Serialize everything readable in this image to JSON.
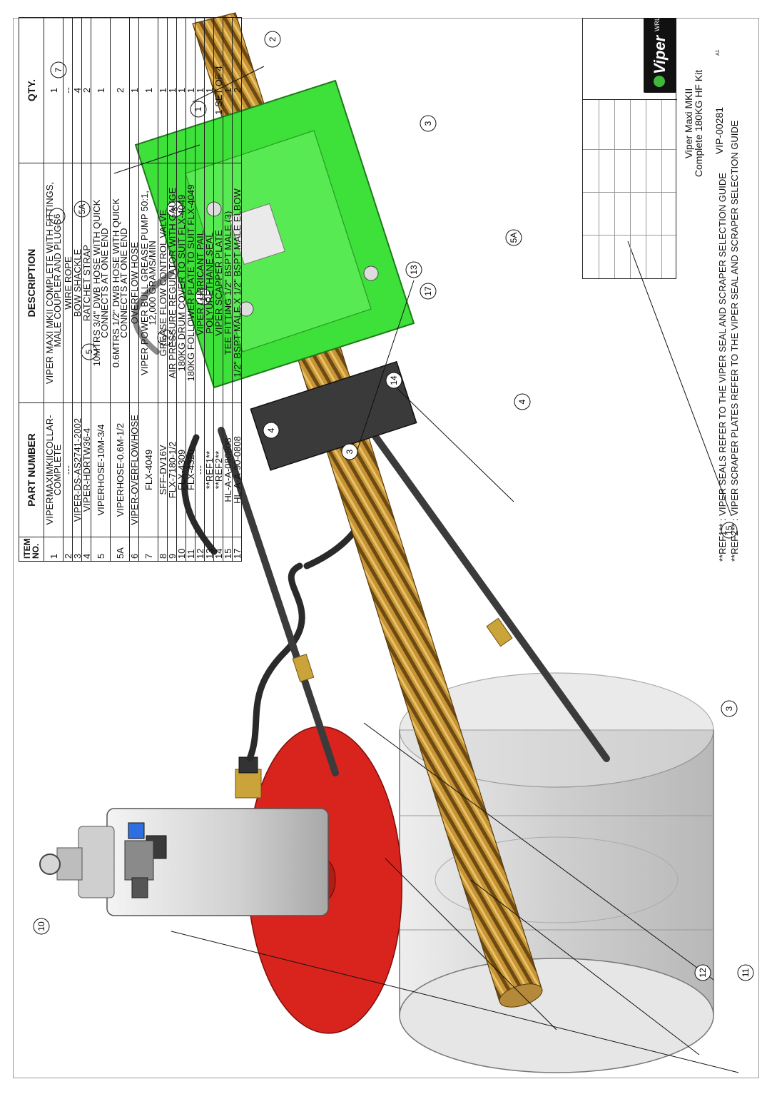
{
  "bom": {
    "headers": {
      "item": "ITEM\nNO.",
      "part": "PART NUMBER",
      "desc": "DESCRIPTION",
      "qty": "QTY."
    },
    "rows": [
      {
        "item": "1",
        "part": "VIPERMAXIMKIICOLLAR-COMPLETE",
        "desc": [
          "VIPER MAXI MKII COMPLETE WITH FITTINGS,",
          "MALE COUPLER AND PLUGS"
        ],
        "qty": "1"
      },
      {
        "item": "2",
        "part": "---",
        "desc": [
          "WIRE ROPE"
        ],
        "qty": "--"
      },
      {
        "item": "3",
        "part": "VIPER-DS-AS2741-2002",
        "desc": [
          "BOW SHACKLE"
        ],
        "qty": "4"
      },
      {
        "item": "4",
        "part": "VIPER-HDRTW36-4",
        "desc": [
          "RATCHET STRAP"
        ],
        "qty": "2"
      },
      {
        "item": "5",
        "part": "VIPERHOSE-10M-3/4",
        "desc": [
          "10MTRS 3/4\" DWB HOSE WITH QUICK",
          "CONNECTS AT ONE END"
        ],
        "qty": "1"
      },
      {
        "item": "5A",
        "part": "VIPERHOSE-0.6M-1/2",
        "desc": [
          "0.6MTRS 1/2\" DWB HOSE WITH QUICK",
          "CONNECTS AT ONE END"
        ],
        "qty": "2"
      },
      {
        "item": "6",
        "part": "VIPER-OVERFLOWHOSE",
        "desc": [
          "OVERFLOW HOSE"
        ],
        "qty": "1"
      },
      {
        "item": "7",
        "part": "FLX-4049",
        "desc": [
          "VIPER POWER BULL GREASE PUMP 50:1,",
          "12,000 GRAMS/MIN"
        ],
        "qty": "1"
      },
      {
        "item": "8",
        "part": "SFF-DV16V",
        "desc": [
          "GREASE FLOW CONTROL VALVE"
        ],
        "qty": "1"
      },
      {
        "item": "9",
        "part": "FLX-7180-1/2",
        "desc": [
          "AIR PRESSURE REGULATOR WITH GAUGE"
        ],
        "qty": "1"
      },
      {
        "item": "10",
        "part": "FLX-4309",
        "desc": [
          "180KG DRUM COVER TO SUIT FLX-4049"
        ],
        "qty": "1"
      },
      {
        "item": "11",
        "part": "FLX-4320",
        "desc": [
          "180KG FOLLOWER PLATE TO SUIT FLX-4049"
        ],
        "qty": "1"
      },
      {
        "item": "12",
        "part": "---",
        "desc": [
          "VIPER LUBRICANT PAIL"
        ],
        "qty": "1"
      },
      {
        "item": "13",
        "part": "**REF1**",
        "desc": [
          "POLYURETHANE SEAL"
        ],
        "qty": "1"
      },
      {
        "item": "14",
        "part": "**REF2**",
        "desc": [
          "VIPER SCAPPER PLATE"
        ],
        "qty": "1 SET OF 4"
      },
      {
        "item": "15",
        "part": "HL-A-A-080808",
        "desc": [
          "TEE FITTING 1/2\" BSPT MALE (3)"
        ],
        "qty": "1"
      },
      {
        "item": "17",
        "part": "HL-A-A-90-0808",
        "desc": [
          "1/2\" BSPT MALE X 1/2\" BSPT MALE ELBOW"
        ],
        "qty": "2"
      }
    ]
  },
  "notes": [
    "**REF1** : VIPER SEALS REFER TO THE VIPER SEAL AND SCRAPER SELECTION GUIDE",
    "**REF2** : VIPER SCRAPER PLATES REFER TO THE VIPER SEAL AND SCRAPER SELECTION GUIDE"
  ],
  "title_block": {
    "logo_text": "Viper",
    "logo_sub": "WRL",
    "title": [
      "Viper Maxi MKII",
      "Complete 180KG HF Kit"
    ],
    "drawing_no": "VIP-00281",
    "rev": "A1"
  },
  "balloons": [
    "1",
    "2",
    "3",
    "3",
    "3",
    "4",
    "4",
    "5",
    "5A",
    "5A",
    "6",
    "7",
    "8",
    "9",
    "10",
    "11",
    "12",
    "13",
    "14",
    "15",
    "17",
    "17"
  ],
  "colors": {
    "collar": "#3ee03a",
    "drum_cover": "#d8241d",
    "rope": "#b8862e",
    "drum": "#d4d4d4",
    "pump": "#e2e2e2"
  }
}
